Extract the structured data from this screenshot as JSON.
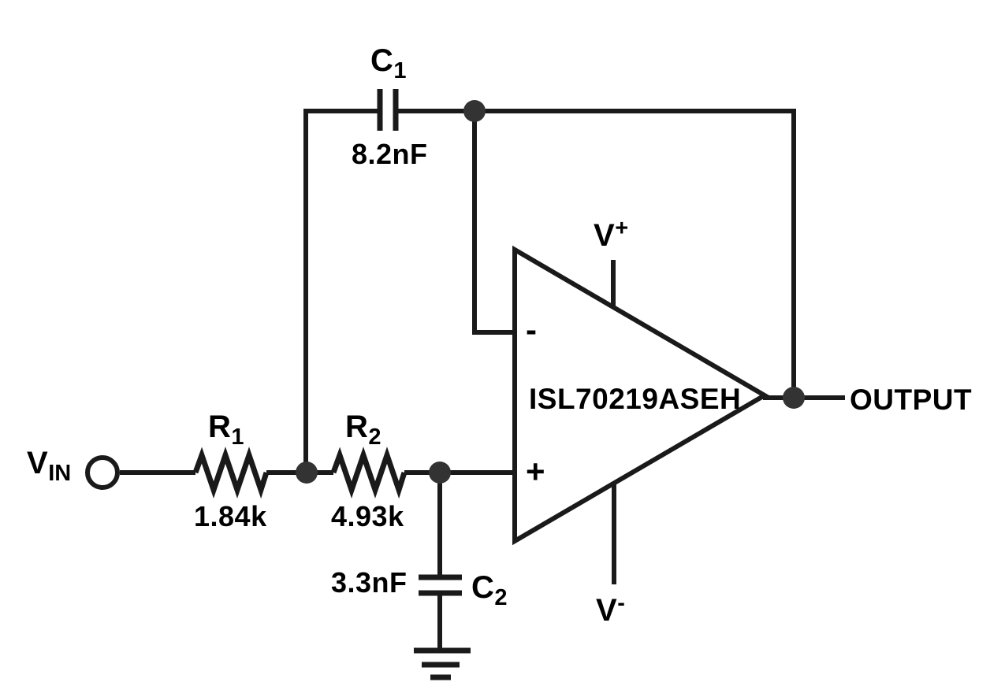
{
  "colors": {
    "background": "#ffffff",
    "wire": "#1a1a1a",
    "text": "#000000",
    "junction": "#333333"
  },
  "components": {
    "c1": {
      "ref": {
        "base": "C",
        "sub": "1"
      },
      "value": "8.2nF"
    },
    "r1": {
      "ref": {
        "base": "R",
        "sub": "1"
      },
      "value": "1.84k"
    },
    "r2": {
      "ref": {
        "base": "R",
        "sub": "2"
      },
      "value": "4.93k"
    },
    "c2": {
      "ref": {
        "base": "C",
        "sub": "2"
      },
      "value": "3.3nF"
    },
    "opamp": {
      "part_number": "ISL70219ASEH",
      "inverting_label": "-",
      "noninverting_label": "+",
      "positive_supply": {
        "base": "V",
        "sup": "+"
      },
      "negative_supply": {
        "base": "V",
        "sup": "-"
      }
    }
  },
  "ports": {
    "input": {
      "label": {
        "base": "V",
        "sub": "IN"
      }
    },
    "output": {
      "label": "OUTPUT"
    }
  }
}
